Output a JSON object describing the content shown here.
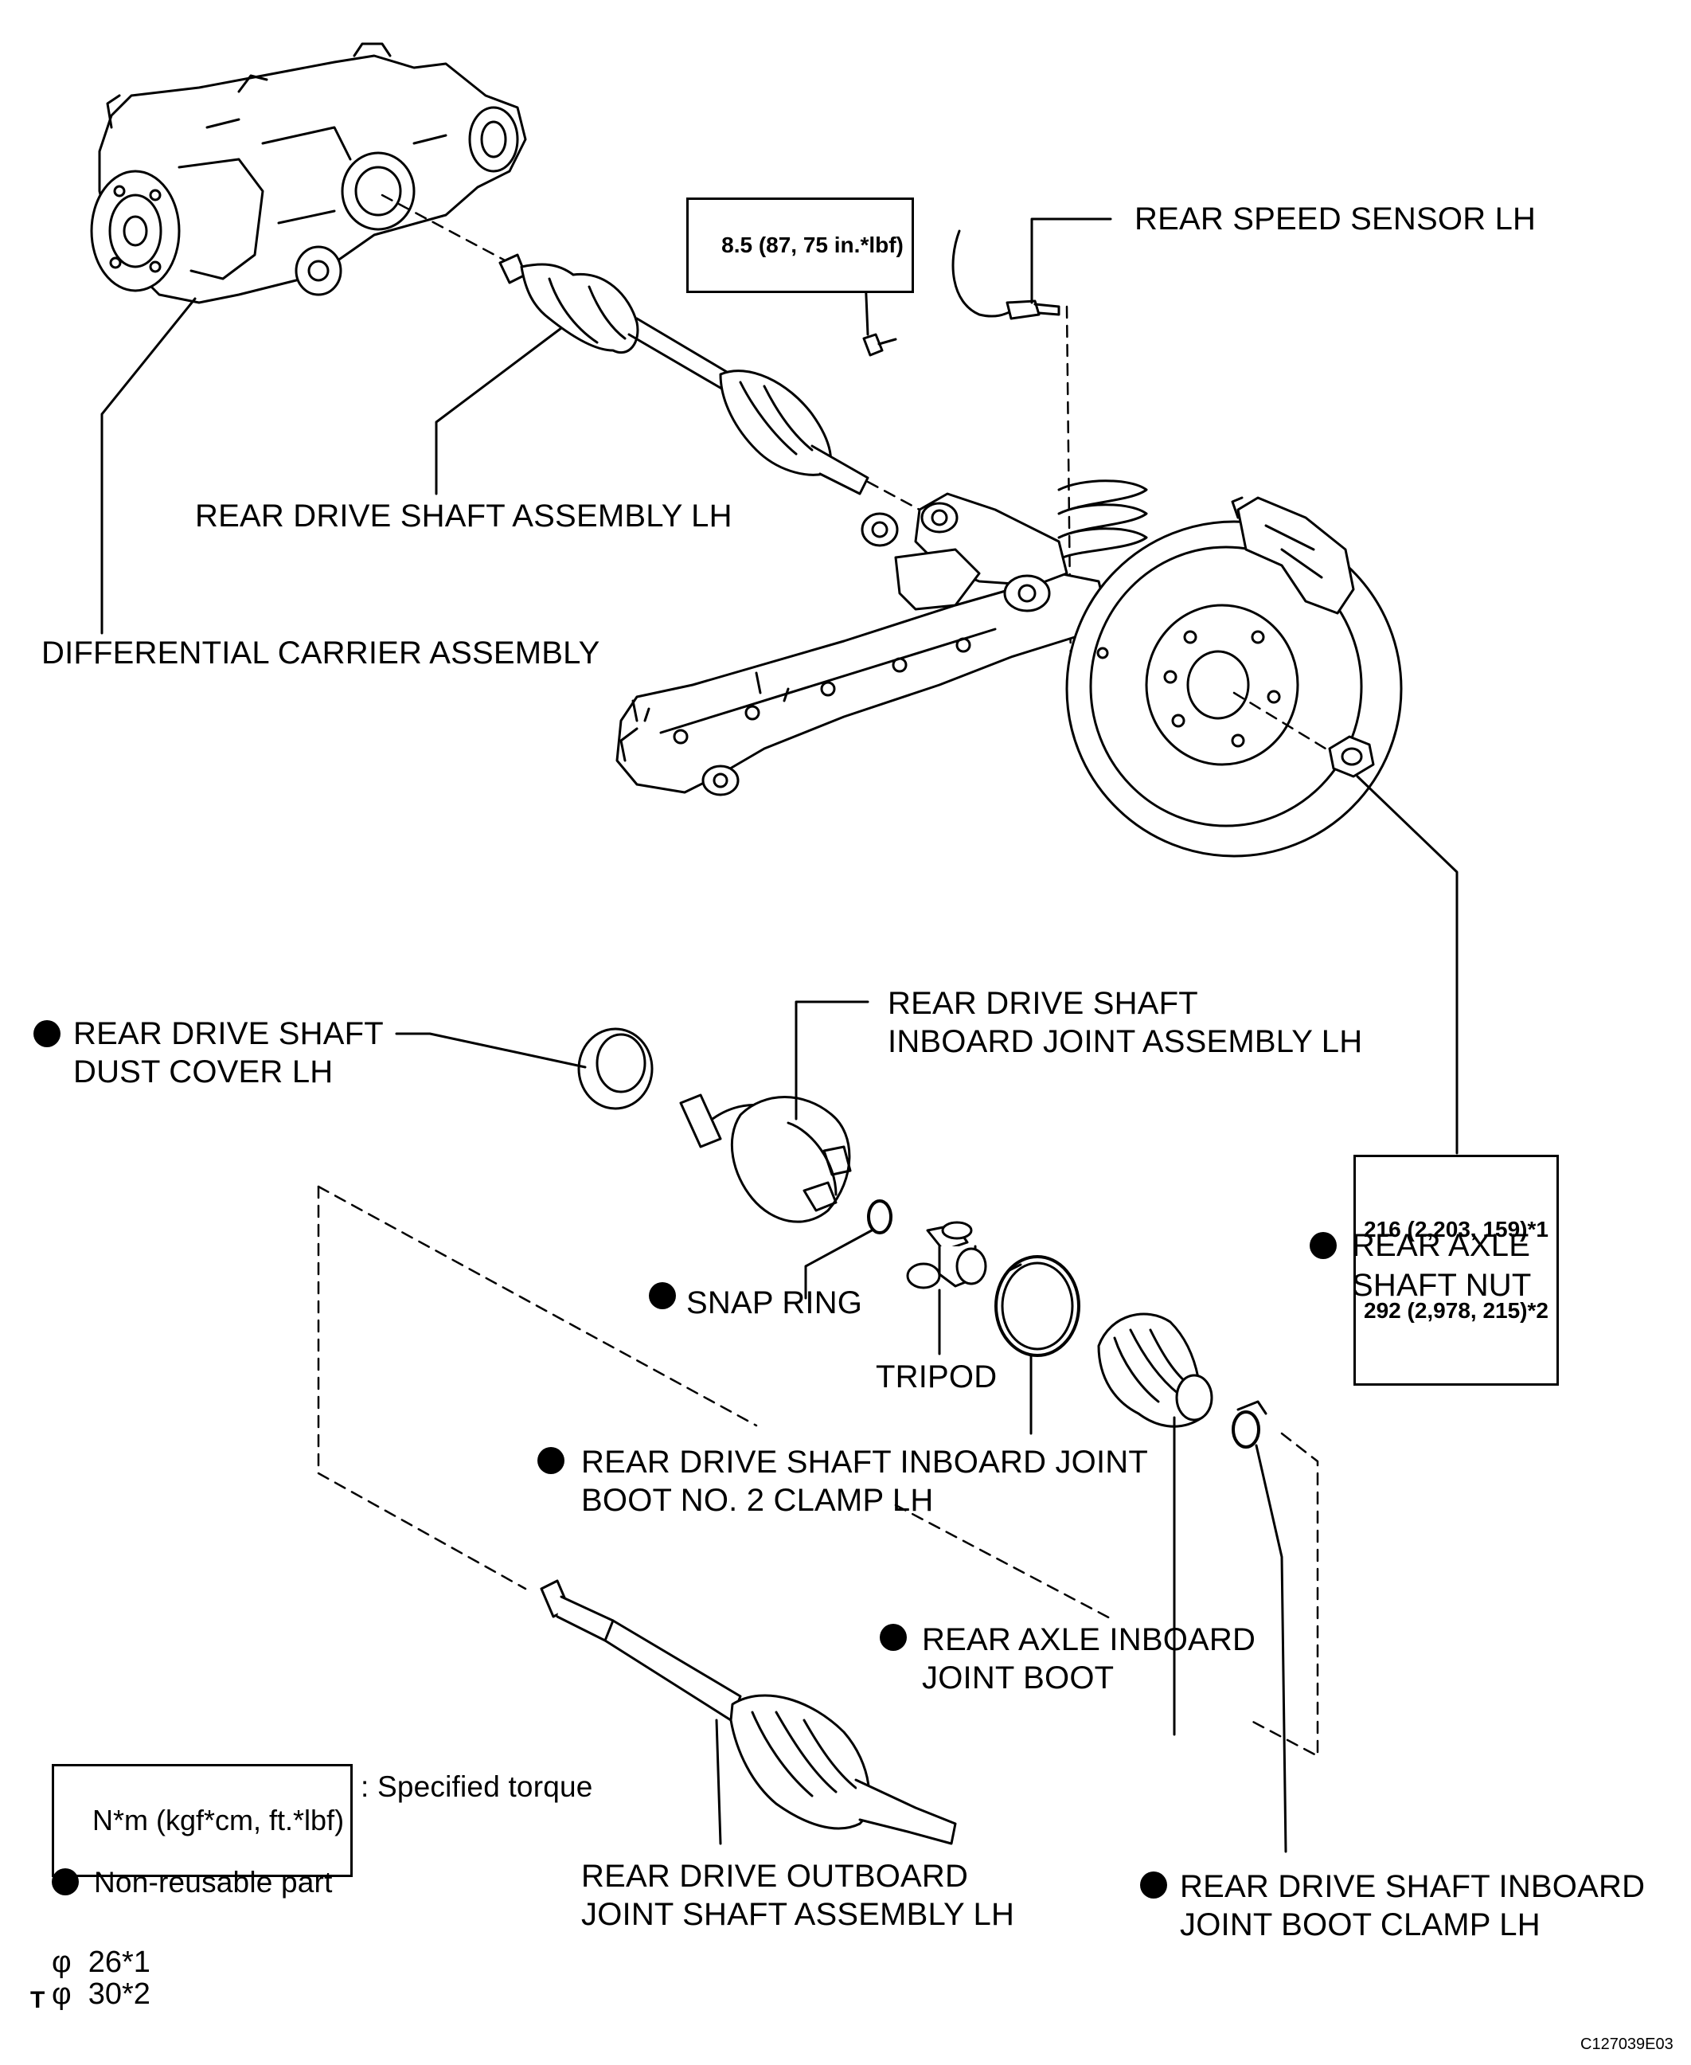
{
  "labels": {
    "rear_speed_sensor": "REAR SPEED SENSOR LH",
    "rear_drive_shaft_assembly": "REAR DRIVE SHAFT ASSEMBLY LH",
    "differential_carrier": "DIFFERENTIAL CARRIER ASSEMBLY",
    "dust_cover_line1": "REAR DRIVE SHAFT",
    "dust_cover_line2": "DUST COVER LH",
    "inboard_joint_line1": "REAR DRIVE SHAFT",
    "inboard_joint_line2": "INBOARD JOINT ASSEMBLY LH",
    "snap_ring": "SNAP RING",
    "tripod": "TRIPOD",
    "boot_no2_clamp_line1": "REAR DRIVE SHAFT INBOARD JOINT",
    "boot_no2_clamp_line2": "BOOT NO. 2 CLAMP LH",
    "axle_nut_line1": "REAR AXLE",
    "axle_nut_line2": "SHAFT NUT",
    "inboard_boot_line1": "REAR AXLE INBOARD",
    "inboard_boot_line2": "JOINT BOOT",
    "outboard_shaft_line1": "REAR DRIVE OUTBOARD",
    "outboard_shaft_line2": "JOINT SHAFT ASSEMBLY LH",
    "boot_clamp_line1": "REAR DRIVE SHAFT INBOARD",
    "boot_clamp_line2": "JOINT BOOT CLAMP LH"
  },
  "torque": {
    "sensor_bolt": "8.5 (87, 75 in.*lbf)",
    "axle_nut_line1": "216 (2,203, 159)*1",
    "axle_nut_line2": "292 (2,978, 215)*2"
  },
  "legend": {
    "torque_unit": "N*m (kgf*cm, ft.*lbf)",
    "torque_text": ": Specified torque",
    "non_reusable": "Non-reusable part",
    "phi1": "φ  26*1",
    "phi2_prefix": "T",
    "phi2": "φ  30*2"
  },
  "figure_code": "C127039E03"
}
